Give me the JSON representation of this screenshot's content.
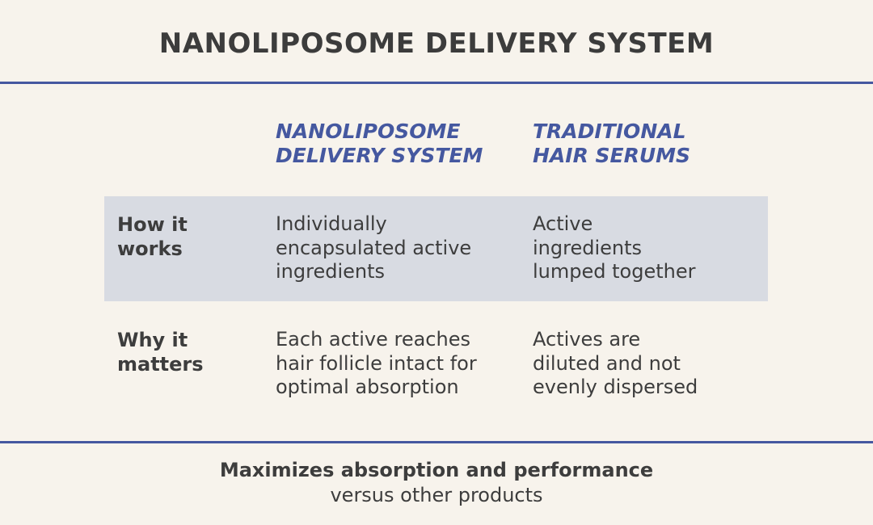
{
  "title": "NANOLIPOSOME DELIVERY SYSTEM",
  "columns": [
    {
      "line1": "NANOLIPOSOME",
      "line2": "DELIVERY SYSTEM"
    },
    {
      "line1": "TRADITIONAL",
      "line2": "HAIR SERUMS"
    }
  ],
  "rows": [
    {
      "label": {
        "line1": "How it",
        "line2": "works"
      },
      "cells": [
        {
          "lines": [
            "Individually",
            "encapsulated active",
            "ingredients"
          ]
        },
        {
          "lines": [
            "Active",
            "ingredients",
            "lumped together"
          ]
        }
      ]
    },
    {
      "label": {
        "line1": "Why it",
        "line2": "matters"
      },
      "cells": [
        {
          "lines": [
            "Each active reaches",
            "hair follicle intact for",
            "optimal absorption"
          ]
        },
        {
          "lines": [
            "Actives are",
            "diluted and not",
            "evenly dispersed"
          ]
        }
      ]
    }
  ],
  "footer": {
    "headline": "Maximizes absorption and performance",
    "subline": "versus other products"
  },
  "colors": {
    "background": "#f7f3ec",
    "accent": "#4558a0",
    "band": "#d8dbe2",
    "text": "#3d3d3d"
  }
}
